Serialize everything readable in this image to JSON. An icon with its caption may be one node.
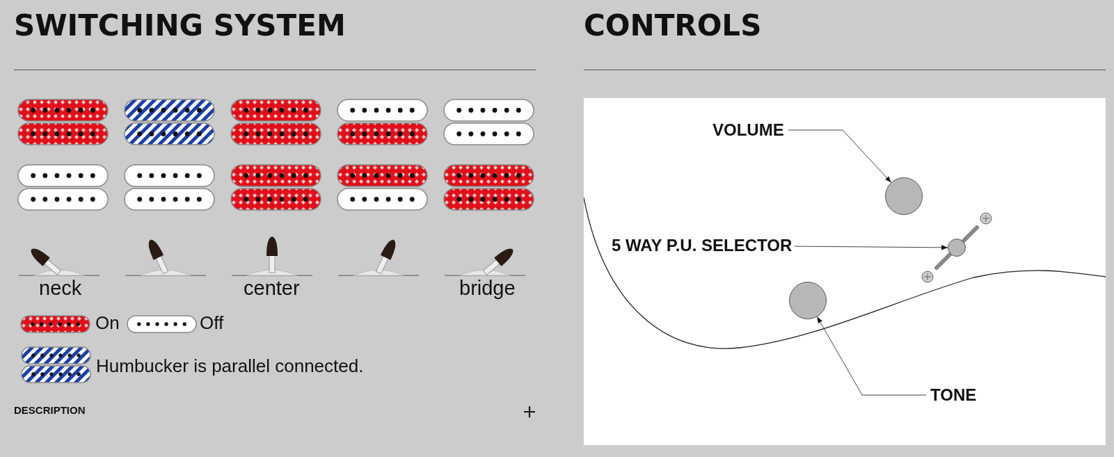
{
  "diagram": {
    "nodes": [
      {
        "text": [
          "VOLUME"
        ]
      },
      {
        "text": [],
        "shape": "circle"
      },
      {
        "text": [
          "5 WAY P.U. SELECTOR"
        ]
      },
      {
        "text": [],
        "shape": "circle"
      },
      {
        "text": [],
        "shape": "circle"
      },
      {
        "text": [
          "TONE"
        ]
      }
    ],
    "edges": [
      {
        "from": 0,
        "to": 1,
        "arrow": "to"
      },
      {
        "from": 2,
        "to": 3,
        "arrow": "to"
      },
      {
        "from": 5,
        "to": 4,
        "arrow": "to"
      }
    ],
    "labels": [
      "SWITCHING SYSTEM",
      "CONTROLS",
      "neck",
      "center",
      "bridge",
      "DESCRIPTION"
    ],
    "legend": [
      {
        "text": "On"
      },
      {
        "text": "Off"
      },
      {
        "text": "Humbucker is parallel connected."
      }
    ]
  }
}
